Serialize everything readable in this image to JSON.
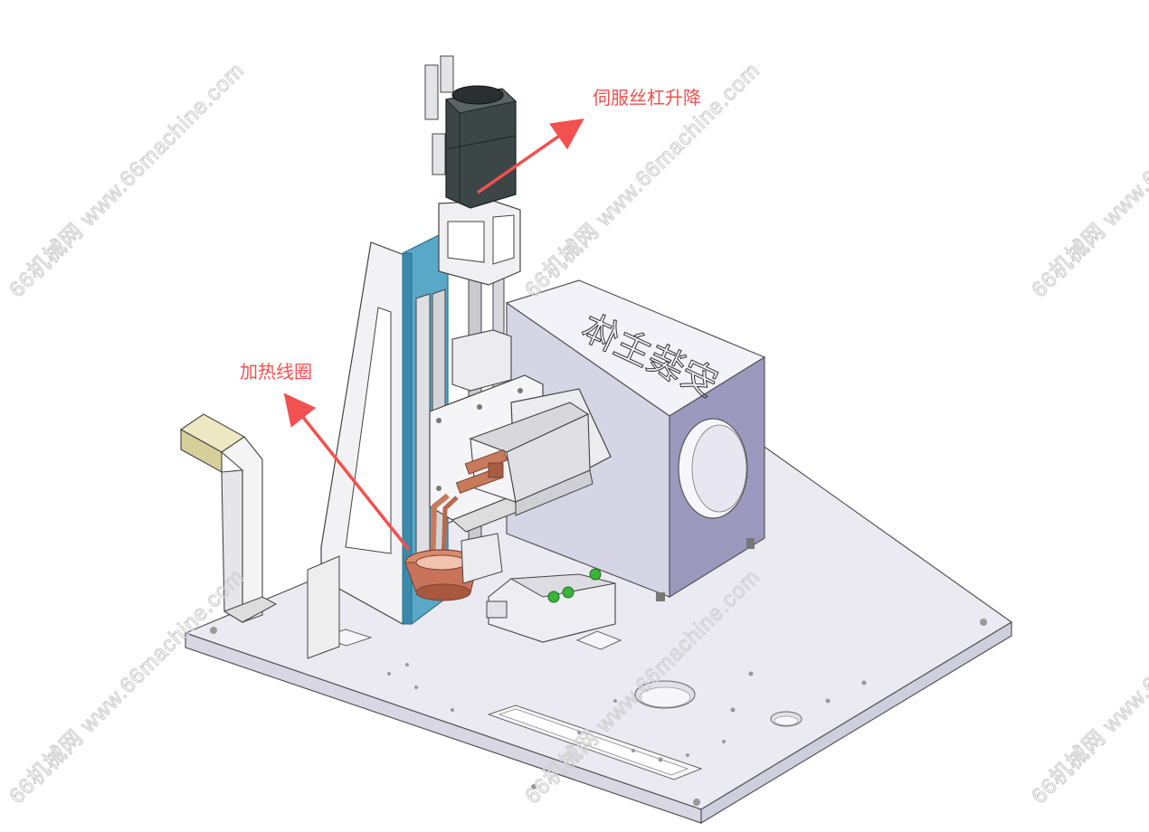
{
  "callouts": {
    "servo_lift": "伺服丝杠升降",
    "heating_coil": "加热线圈"
  },
  "watermark": {
    "text": "66机械网 www.66machine.com"
  },
  "block_lettering": "安装主体",
  "colors": {
    "callout_text": "#f2514f",
    "arrow": "#f2514f",
    "base_plate": "#e9e8f0",
    "side_block": "#c7c6de",
    "blue_panel": "#5aa8c8",
    "motor": "#3c4646",
    "copper": "#c87a5d",
    "fitting_green": "#3bb43b"
  }
}
